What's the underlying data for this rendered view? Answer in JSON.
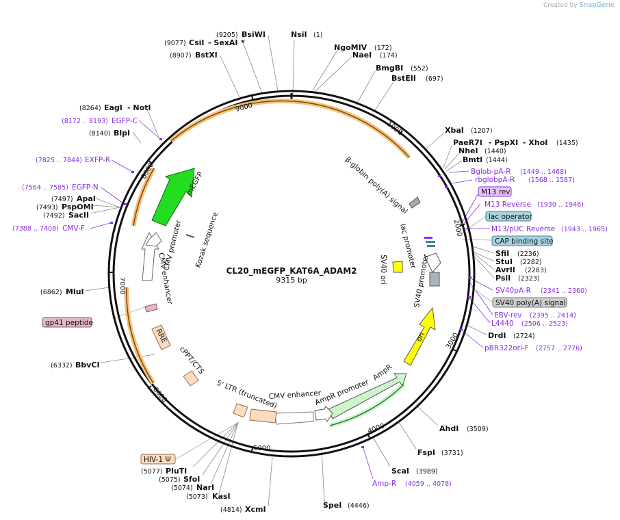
{
  "credit": {
    "prefix": "Created by",
    "brand": "SnapGene"
  },
  "plasmid": {
    "name": "CL20_mEGFP_KAT6A_ADAM2",
    "size": "9315 bp",
    "length": 9315
  },
  "ticks": [
    "1000",
    "2000",
    "3000",
    "4000",
    "5000",
    "6000",
    "7000",
    "8000",
    "9000"
  ],
  "enzymes": [
    {
      "name": "NsiI",
      "pos": "(1)"
    },
    {
      "name": "NgoMIV",
      "pos": "(172)"
    },
    {
      "name": "NaeI",
      "pos": "(174)"
    },
    {
      "name": "BmgBI",
      "pos": "(552)"
    },
    {
      "name": "BstEII",
      "pos": "(697)"
    },
    {
      "name": "XbaI",
      "pos": "(1207)"
    },
    {
      "name": "PaeR7I",
      "pos": ""
    },
    {
      "name": "- PspXI",
      "pos": ""
    },
    {
      "name": "- XhoI",
      "pos": "(1435)"
    },
    {
      "name": "NheI",
      "pos": "(1440)"
    },
    {
      "name": "BmtI",
      "pos": "(1444)"
    },
    {
      "name": "SfiI",
      "pos": "(2236)"
    },
    {
      "name": "StuI",
      "pos": "(2282)"
    },
    {
      "name": "AvrII",
      "pos": "(2283)"
    },
    {
      "name": "PsiI",
      "pos": "(2323)"
    },
    {
      "name": "DrdI",
      "pos": "(2724)"
    },
    {
      "name": "AhdI",
      "pos": "(3509)"
    },
    {
      "name": "FspI",
      "pos": "(3731)"
    },
    {
      "name": "ScaI",
      "pos": "(3989)"
    },
    {
      "name": "SpeI",
      "pos": "(4446)"
    },
    {
      "name": "XcmI",
      "pos": "(4814)"
    },
    {
      "name": "KasI",
      "pos": "(5073)"
    },
    {
      "name": "NarI",
      "pos": "(5074)"
    },
    {
      "name": "SfoI",
      "pos": "(5075)"
    },
    {
      "name": "PluTI",
      "pos": "(5077)"
    },
    {
      "name": "BbvCI",
      "pos": "(6332)"
    },
    {
      "name": "MluI",
      "pos": "(6862)"
    },
    {
      "name": "SacII",
      "pos": "(7492)"
    },
    {
      "name": "PspOMI",
      "pos": "(7493)"
    },
    {
      "name": "ApaI",
      "pos": "(7497)"
    },
    {
      "name": "BlpI",
      "pos": "(8140)"
    },
    {
      "name": "EagI",
      "pos": "(8264)"
    },
    {
      "name": "- NotI",
      "pos": ""
    },
    {
      "name": "BstXI",
      "pos": "(8907)"
    },
    {
      "name": "CsiI",
      "pos": "(9077)"
    },
    {
      "name": "- SexAI",
      "pos": ""
    },
    {
      "name": "*",
      "pos": ""
    },
    {
      "name": "BsiWI",
      "pos": "(9205)"
    }
  ],
  "primers": [
    {
      "name": "Bglob-pA-R",
      "pos": "(1449 .. 1468)"
    },
    {
      "name": "rbglobpA-R",
      "pos": "(1568 .. 1587)"
    },
    {
      "name": "M13 Reverse",
      "pos": "(1930 .. 1946)"
    },
    {
      "name": "M13/pUC Reverse",
      "pos": "(1943 .. 1965)"
    },
    {
      "name": "SV40pA-R",
      "pos": "(2341 .. 2360)"
    },
    {
      "name": "EBV-rev",
      "pos": "(2395 .. 2414)"
    },
    {
      "name": "L4440",
      "pos": "(2506 .. 2523)"
    },
    {
      "name": "pBR322ori-F",
      "pos": "(2757 .. 2776)"
    },
    {
      "name": "Amp-R",
      "pos": "(4059 .. 4078)"
    },
    {
      "name": "CMV-F",
      "pos": "(7388 .. 7408)"
    },
    {
      "name": "EGFP-N",
      "pos": "(7564 .. 7585)"
    },
    {
      "name": "EXFP-R",
      "pos": "(7825 .. 7844)"
    },
    {
      "name": "EGFP-C",
      "pos": "(8172 .. 8193)"
    }
  ],
  "boxes": [
    {
      "label": "M13 rev",
      "fill": "#e6c6f5",
      "stroke": "#8a2be2"
    },
    {
      "label": "lac operator",
      "fill": "#a8d4de",
      "stroke": "#4a7f8a"
    },
    {
      "label": "CAP binding site",
      "fill": "#a8d4de",
      "stroke": "#4a7f8a"
    },
    {
      "label": "SV40 poly(A) signal",
      "fill": "#cccccc",
      "stroke": "#777777"
    },
    {
      "label": "gp41 peptide",
      "fill": "#e3b8c4",
      "stroke": "#8a5a68"
    },
    {
      "label": "HIV-1 Ψ",
      "fill": "#fbdcc0",
      "stroke": "#9a6a40"
    }
  ],
  "features": {
    "bglobin": "β-globin poly(A) signal",
    "lacp": "lac promoter",
    "sv40ori": "SV40 ori",
    "sv40prom": "SV40 promoter",
    "ori": "ori",
    "ampr": "AmpR",
    "ampp": "AmpR promoter",
    "cmvenh2": "CMV enhancer",
    "ltr": "5' LTR (truncated)",
    "cppt": "cPPT/CTS",
    "rre": "RRE",
    "cmvenh": "CMV enhancer",
    "cmvprom": "CMV promoter",
    "kozak": "Kozak sequence",
    "megfp": "mEGFP"
  },
  "colors": {
    "backbone": "#111111",
    "orange_band": "#f5c27a",
    "egfp": "#22dd22",
    "ori": "#ffff00",
    "ampr": "#ccf5cc",
    "primer": "#8a2be2"
  }
}
